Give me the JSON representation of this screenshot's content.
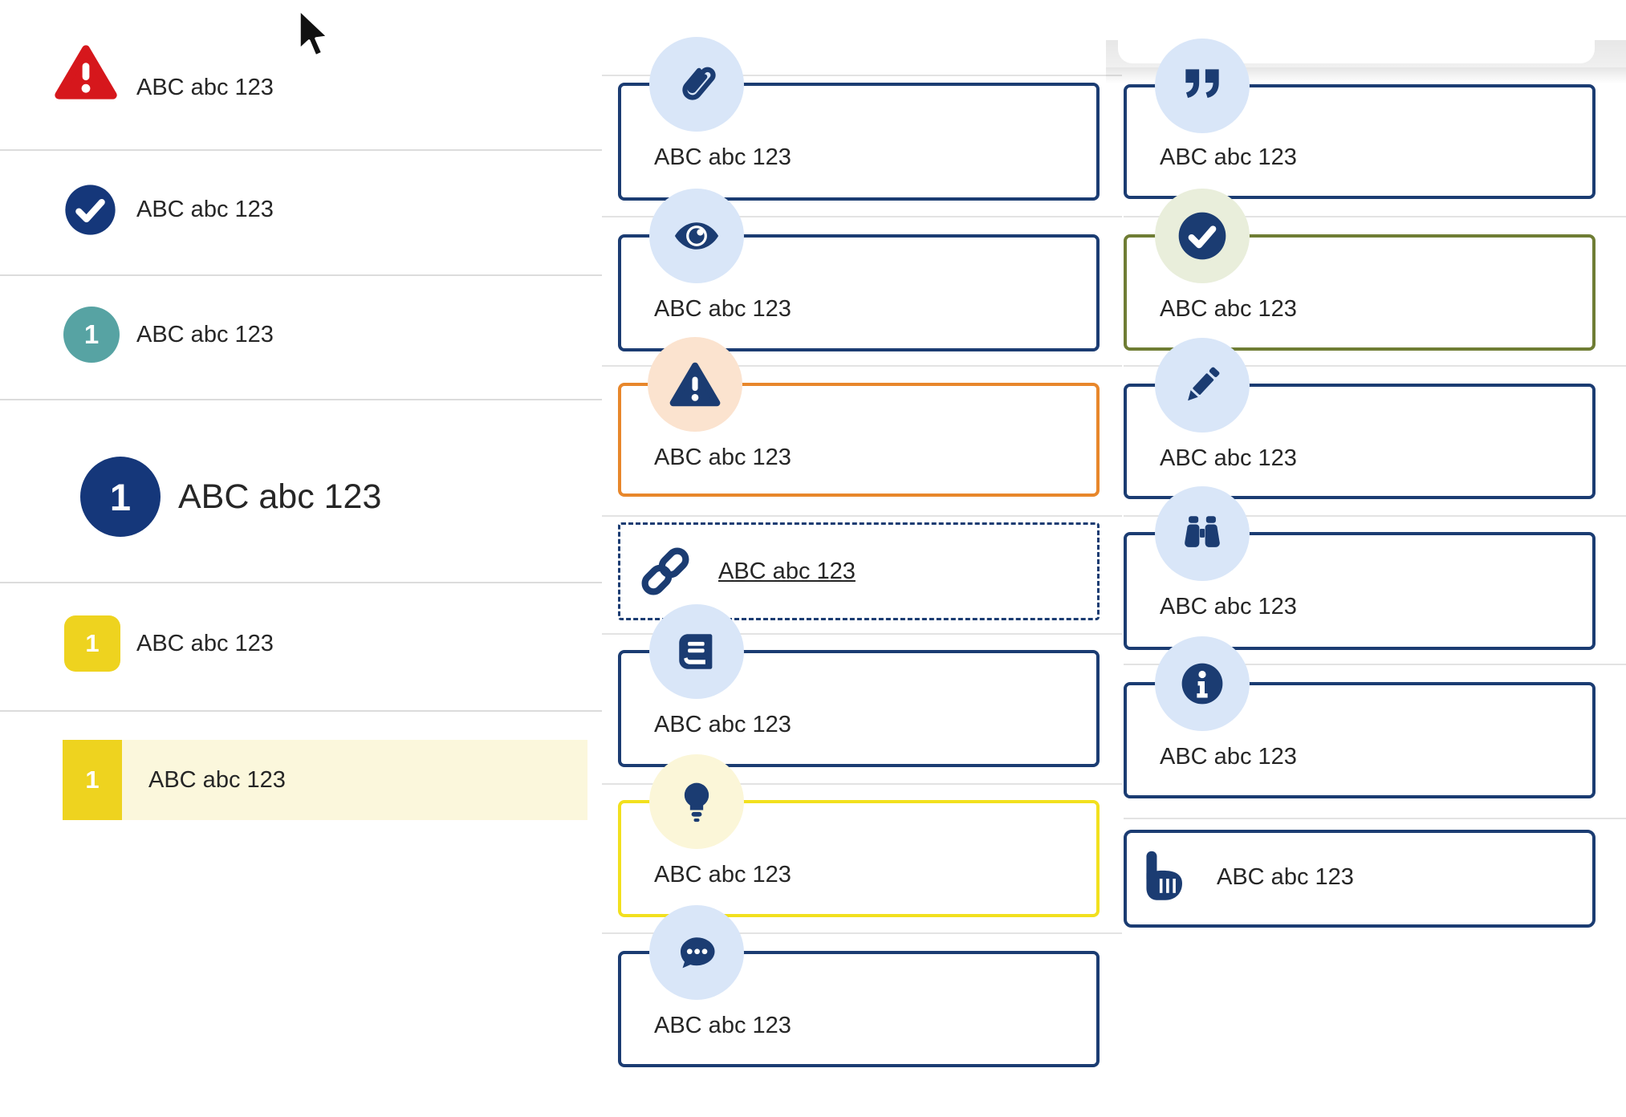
{
  "left_list": {
    "items": [
      {
        "icon": "alert-triangle-icon",
        "label": "ABC abc 123",
        "style": "alert-red"
      },
      {
        "icon": "check-circle-icon",
        "label": "ABC abc 123",
        "style": "check-navy"
      },
      {
        "badge": "1",
        "label": "ABC abc 123",
        "style": "step-teal"
      },
      {
        "badge": "1",
        "label": "ABC abc 123",
        "style": "step-navy-large"
      },
      {
        "badge": "1",
        "label": "ABC abc 123",
        "style": "step-yellow"
      },
      {
        "badge": "1",
        "label": "ABC abc 123",
        "style": "step-yellow-highlighted",
        "highlighted": true
      }
    ]
  },
  "middle_callouts": [
    {
      "icon": "paperclip-icon",
      "label": "ABC abc 123",
      "border": "navy"
    },
    {
      "icon": "eye-icon",
      "label": "ABC abc 123",
      "border": "navy"
    },
    {
      "icon": "alert-triangle-icon",
      "label": "ABC abc 123",
      "border": "orange"
    },
    {
      "icon": "link-icon",
      "label": "ABC abc 123",
      "border": "navy-dashed",
      "link": true
    },
    {
      "icon": "book-icon",
      "label": "ABC abc 123",
      "border": "navy"
    },
    {
      "icon": "lightbulb-icon",
      "label": "ABC abc 123",
      "border": "yellow"
    },
    {
      "icon": "chat-bubble-icon",
      "label": "ABC abc 123",
      "border": "navy"
    }
  ],
  "right_callouts": [
    {
      "icon": "quote-icon",
      "label": "ABC abc 123",
      "border": "navy"
    },
    {
      "icon": "check-circle-icon",
      "label": "ABC abc 123",
      "border": "olive"
    },
    {
      "icon": "pencil-icon",
      "label": "ABC abc 123",
      "border": "navy"
    },
    {
      "icon": "binoculars-icon",
      "label": "ABC abc 123",
      "border": "navy"
    },
    {
      "icon": "info-circle-icon",
      "label": "ABC abc 123",
      "border": "navy"
    },
    {
      "icon": "hand-pointer-icon",
      "label": "ABC abc 123",
      "border": "navy",
      "inline_icon": true
    }
  ],
  "colors": {
    "navy": "#1b3c72",
    "text": "#262626",
    "light_blue_circle": "#d9e6f8",
    "red": "#d6171c",
    "teal": "#57a3a3",
    "navy_badge": "#15377a",
    "yellow": "#eed31f",
    "pale_yellow_highlight": "#fbf7dc",
    "orange": "#e8872b",
    "peach_circle": "#fbe3cf",
    "olive": "#6f7d34",
    "pale_green_circle": "#e9eedb",
    "bulb_yellow_border": "#f2e01e",
    "pale_bulb_circle": "#fbf6d8"
  }
}
